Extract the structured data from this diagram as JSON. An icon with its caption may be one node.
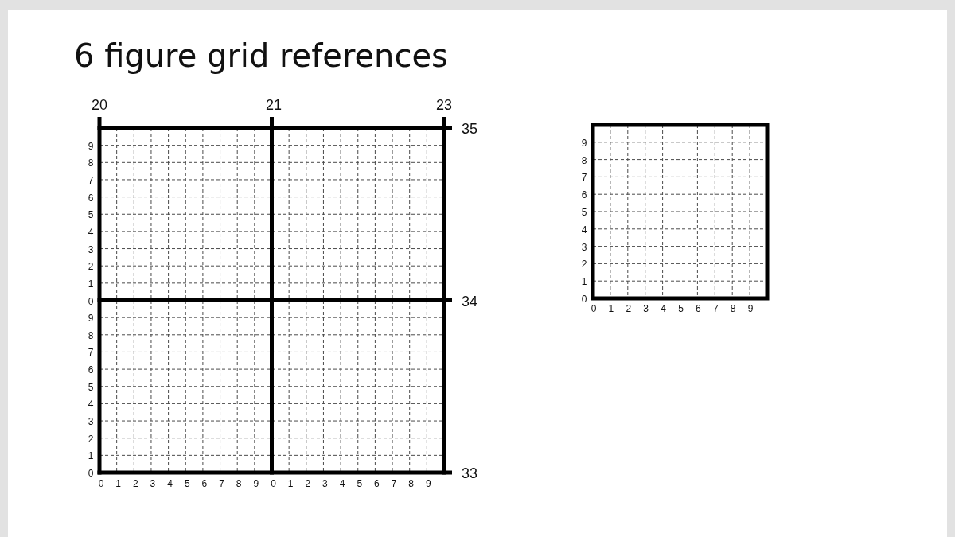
{
  "diagram": {
    "title": "6 figure grid references",
    "labels": [
      "20",
      "21",
      "23",
      "35",
      "9",
      "8",
      "7",
      "6",
      "5",
      "4",
      "3",
      "2",
      "1",
      "0",
      "34",
      "9",
      "8",
      "7",
      "6",
      "5",
      "4",
      "3",
      "2",
      "1",
      "0",
      "33",
      "0",
      "1",
      "2",
      "3",
      "4",
      "5",
      "6",
      "7",
      "8",
      "9",
      "0",
      "1",
      "2",
      "3",
      "4",
      "5",
      "6",
      "7",
      "8",
      "9",
      "9",
      "8",
      "7",
      "6",
      "5",
      "4",
      "3",
      "2",
      "1",
      "0",
      "0",
      "1",
      "2",
      "3",
      "4",
      "5",
      "6",
      "7",
      "8",
      "9"
    ]
  }
}
